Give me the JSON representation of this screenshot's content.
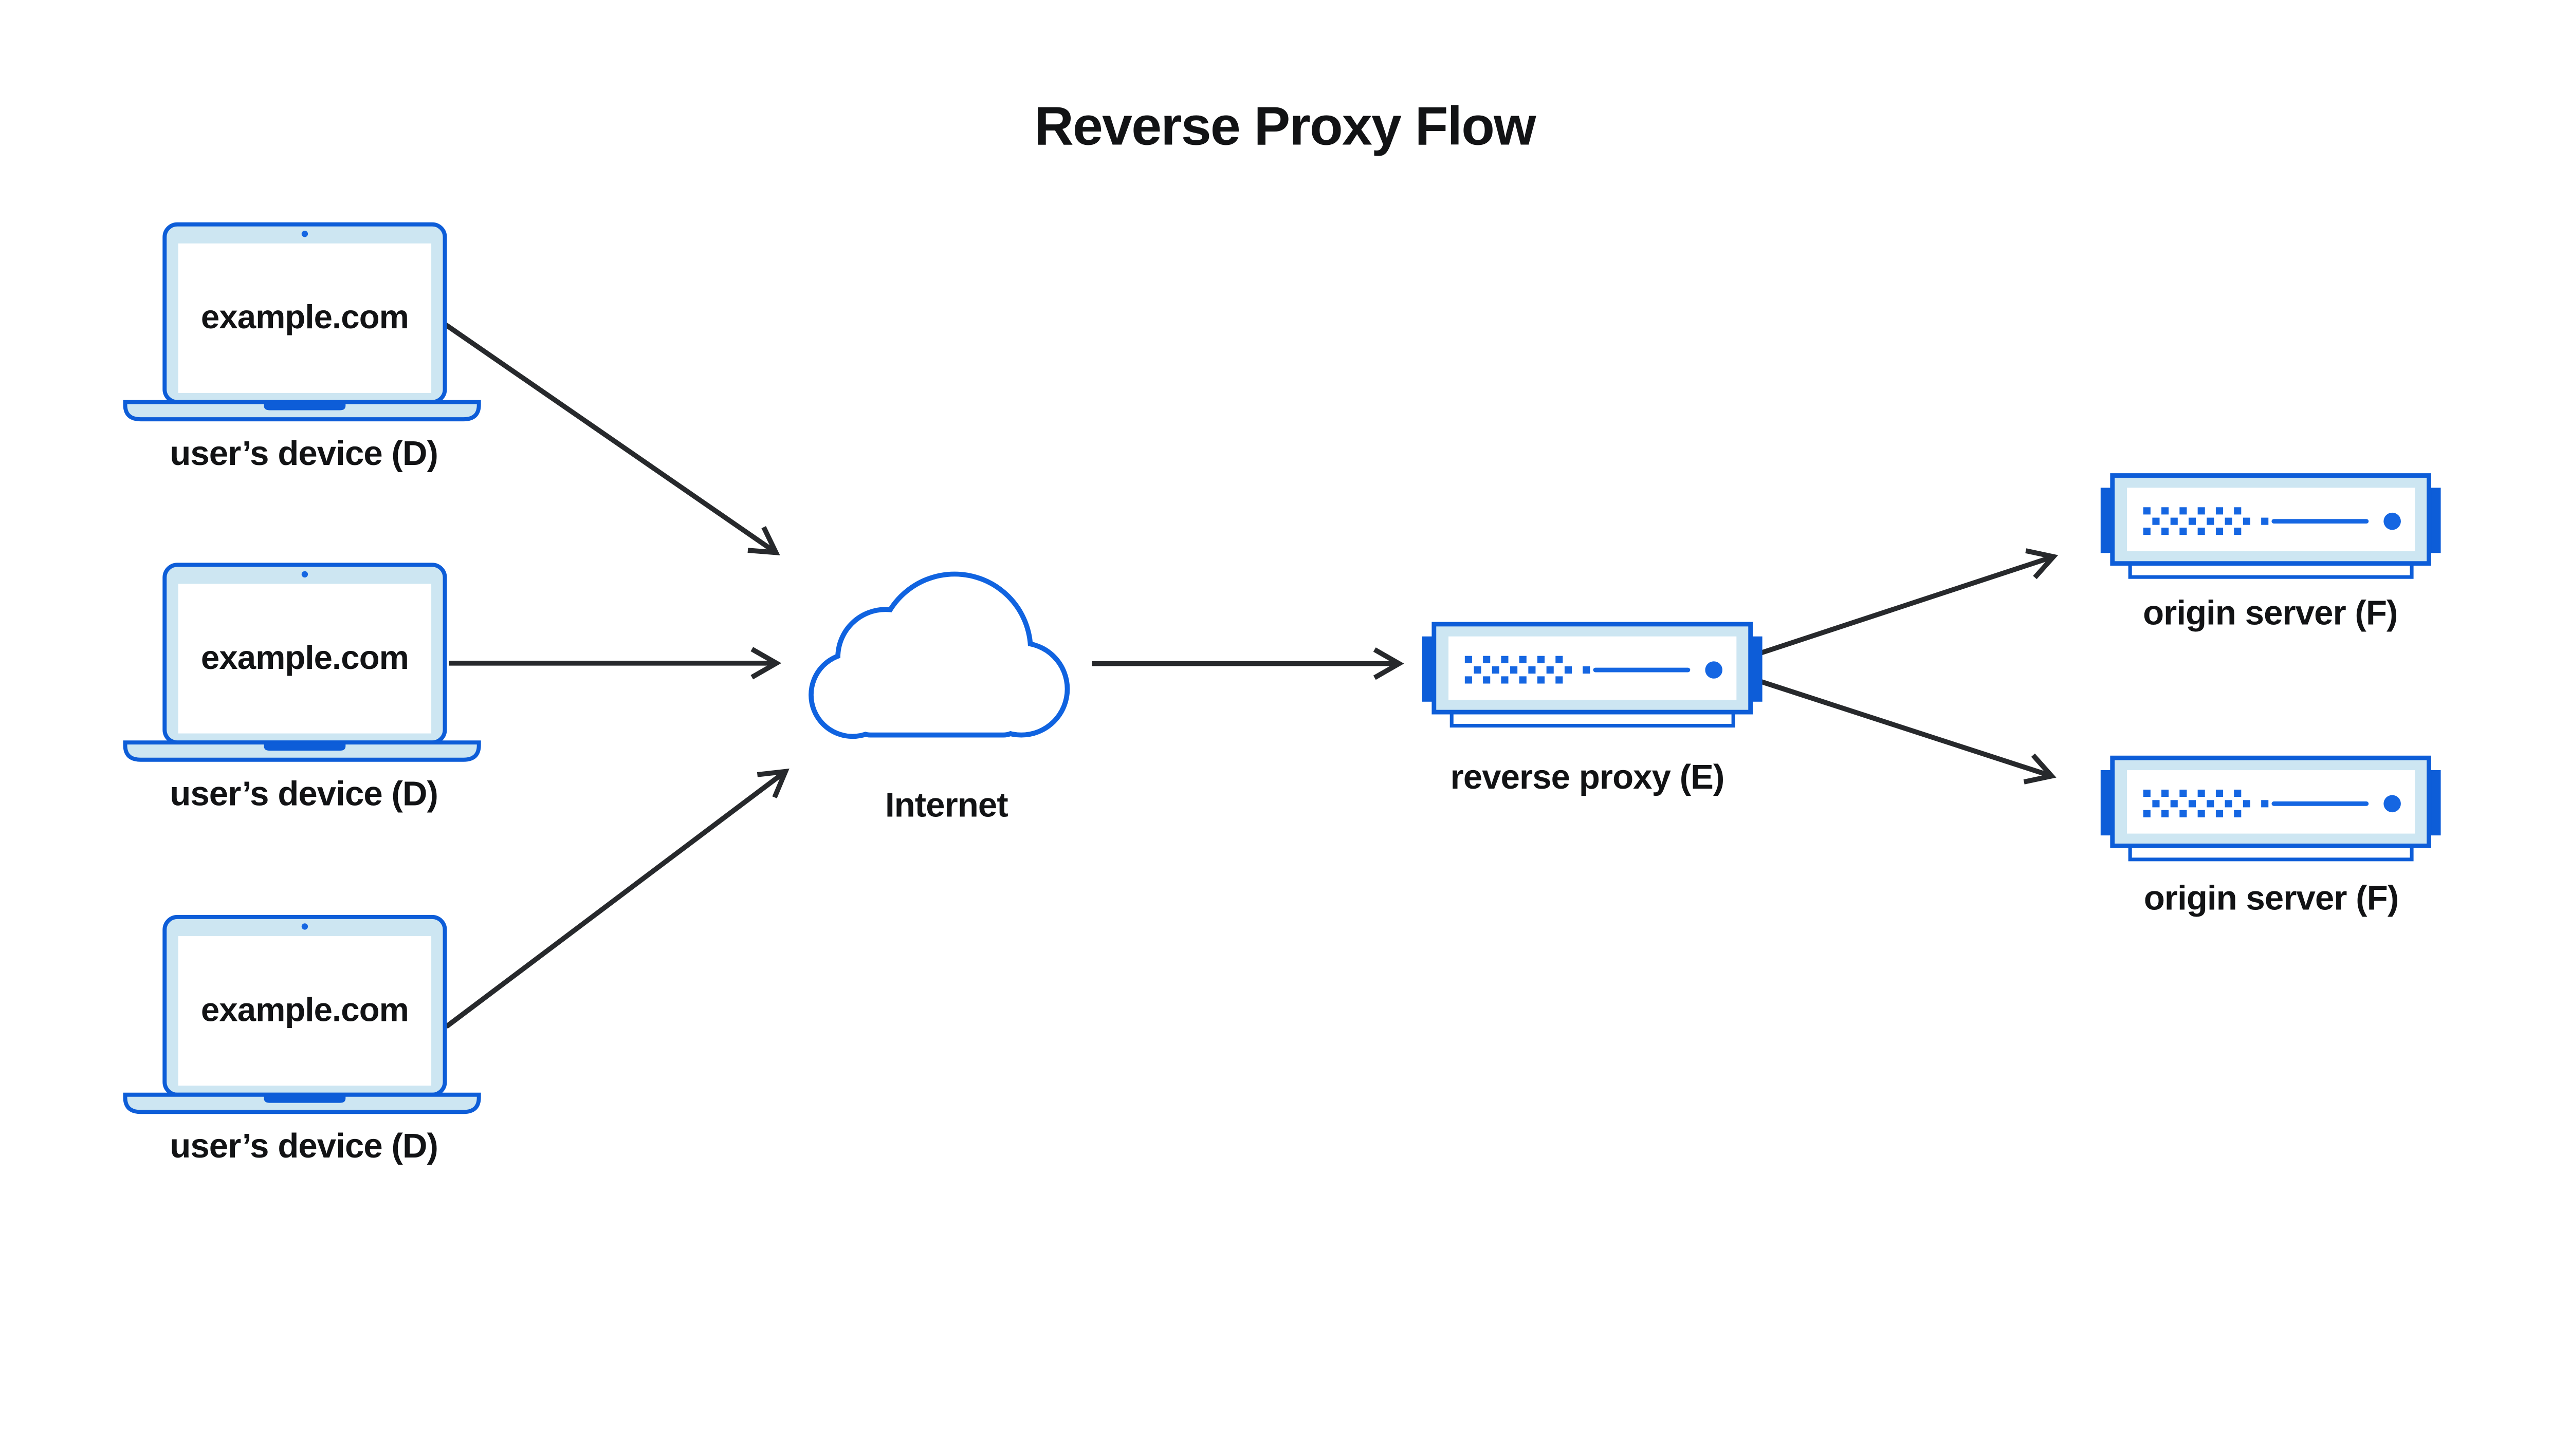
{
  "title": "Reverse Proxy Flow",
  "devices": [
    {
      "screen_text": "example.com",
      "label": "user’s device (D)"
    },
    {
      "screen_text": "example.com",
      "label": "user’s device (D)"
    },
    {
      "screen_text": "example.com",
      "label": "user’s device (D)"
    }
  ],
  "internet": {
    "label": "Internet"
  },
  "proxy": {
    "label": "reverse proxy (E)"
  },
  "origins": [
    {
      "label": "origin server (F)"
    },
    {
      "label": "origin server (F)"
    }
  ],
  "icons": {
    "device": "laptop-icon",
    "internet": "cloud-icon",
    "proxy": "server-icon",
    "origin": "server-icon"
  },
  "colors": {
    "outline_blue": "#0d5dd8",
    "accent_blue": "#1566e2",
    "bezel_light_blue": "#cde6f2",
    "cloud_blue": "#1063e0",
    "arrow_dark": "#27292c",
    "text": "#121315",
    "background": "#ffffff"
  }
}
